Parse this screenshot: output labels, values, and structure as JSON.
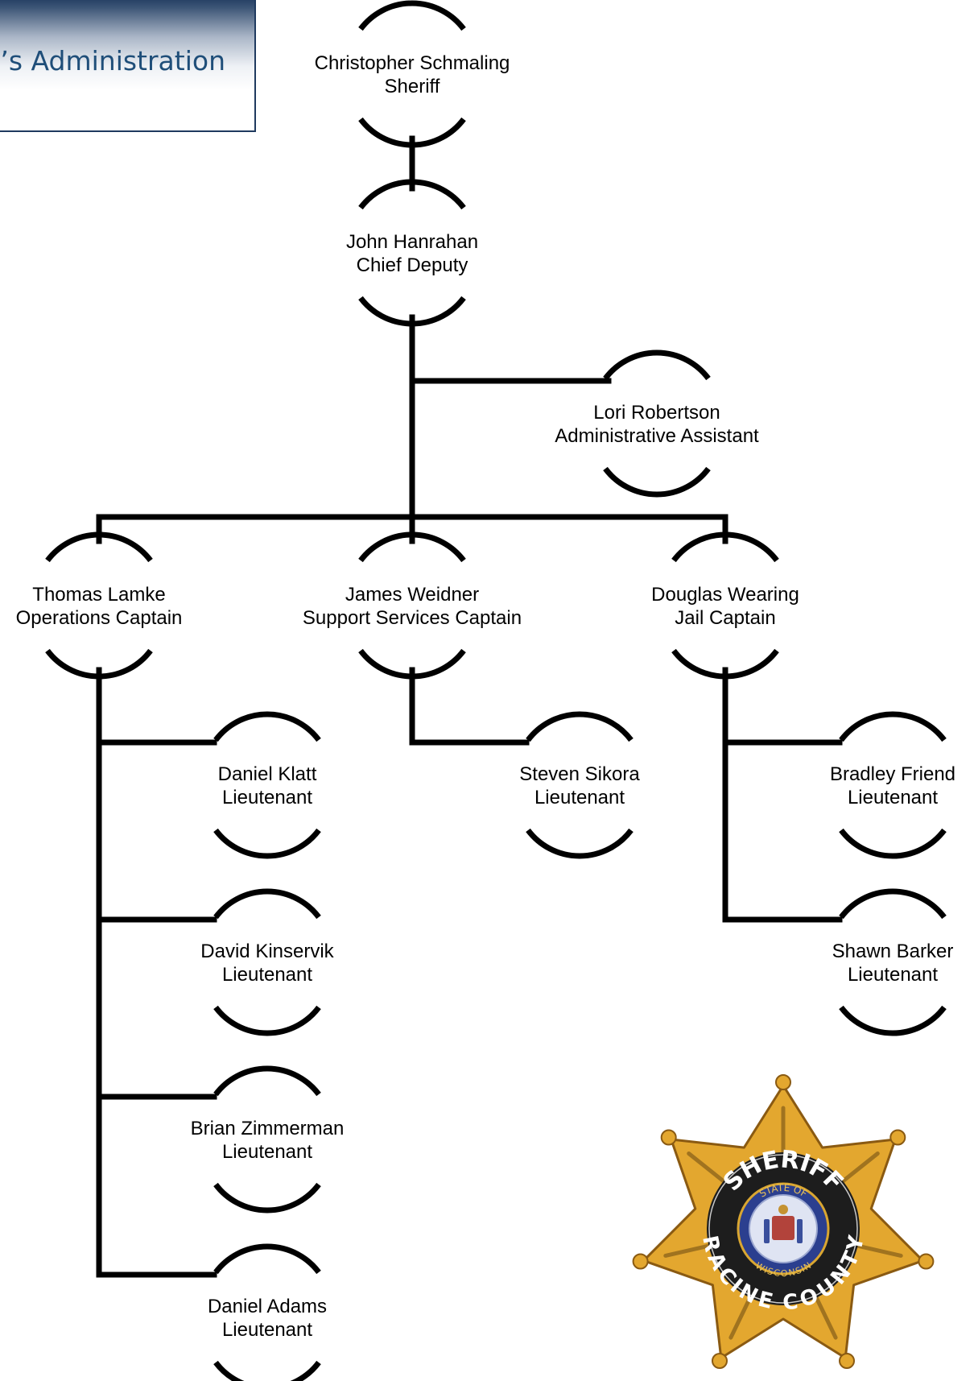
{
  "title": "’s Administration",
  "colors": {
    "line": "#000000",
    "title_text": "#1f4e79",
    "title_border": "#1f3a5f"
  },
  "nodes": [
    {
      "id": "sheriff",
      "name": "Christopher Schmaling",
      "role": "Sheriff"
    },
    {
      "id": "chief-deputy",
      "name": "John Hanrahan",
      "role": "Chief Deputy"
    },
    {
      "id": "admin-assistant",
      "name": "Lori Robertson",
      "role": "Administrative Assistant"
    },
    {
      "id": "operations-captain",
      "name": "Thomas Lamke",
      "role": "Operations Captain"
    },
    {
      "id": "support-captain",
      "name": "James Weidner",
      "role": "Support Services Captain"
    },
    {
      "id": "jail-captain",
      "name": "Douglas Wearing",
      "role": "Jail Captain"
    },
    {
      "id": "lt-klatt",
      "name": "Daniel Klatt",
      "role": "Lieutenant"
    },
    {
      "id": "lt-kinservik",
      "name": "David Kinservik",
      "role": "Lieutenant"
    },
    {
      "id": "lt-zimmerman",
      "name": "Brian Zimmerman",
      "role": "Lieutenant"
    },
    {
      "id": "lt-adams",
      "name": "Daniel Adams",
      "role": "Lieutenant"
    },
    {
      "id": "lt-sikora",
      "name": "Steven Sikora",
      "role": "Lieutenant"
    },
    {
      "id": "lt-friend",
      "name": "Bradley Friend",
      "role": "Lieutenant"
    },
    {
      "id": "lt-barker",
      "name": "Shawn Barker",
      "role": "Lieutenant"
    }
  ],
  "edges": [
    [
      "sheriff",
      "chief-deputy"
    ],
    [
      "chief-deputy",
      "admin-assistant"
    ],
    [
      "chief-deputy",
      "operations-captain"
    ],
    [
      "chief-deputy",
      "support-captain"
    ],
    [
      "chief-deputy",
      "jail-captain"
    ],
    [
      "operations-captain",
      "lt-klatt"
    ],
    [
      "operations-captain",
      "lt-kinservik"
    ],
    [
      "operations-captain",
      "lt-zimmerman"
    ],
    [
      "operations-captain",
      "lt-adams"
    ],
    [
      "support-captain",
      "lt-sikora"
    ],
    [
      "jail-captain",
      "lt-friend"
    ],
    [
      "jail-captain",
      "lt-barker"
    ]
  ],
  "badge": {
    "icon": "sheriff-star-badge-icon",
    "top_text": "SHERIFF",
    "ring_text": "STATE OF",
    "bottom_ring_text": "WISCONSIN",
    "bottom_text": "RACINE COUNTY",
    "colors": {
      "gold": "#e3a72f",
      "gold_dark": "#8a5a12",
      "ring": "#1d1d1d",
      "seal": "#2b3f8f"
    }
  }
}
